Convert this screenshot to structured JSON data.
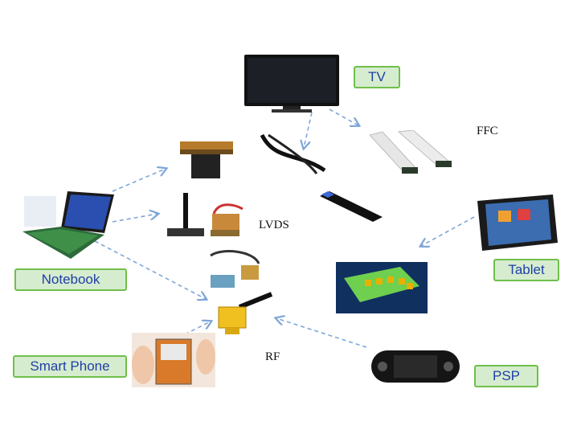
{
  "labels": {
    "tv": "TV",
    "ffc": "FFC",
    "lvds": "LVDS",
    "tablet": "Tablet",
    "notebook": "Notebook",
    "rf": "RF",
    "smart_phone": "Smart Phone",
    "psp": "PSP"
  },
  "colors": {
    "label_fill": "#d6eccf",
    "label_border": "#6fbf4a",
    "label_text": "#1f3fa8",
    "arrow": "#7ea6d8"
  }
}
